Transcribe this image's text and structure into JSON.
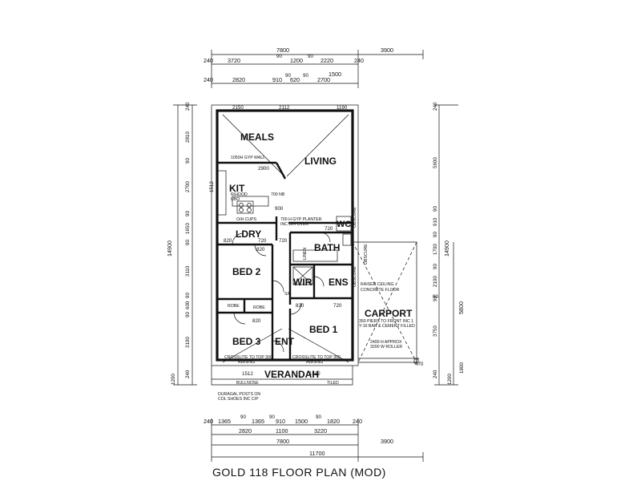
{
  "title": "GOLD 118 FLOOR PLAN (MOD)",
  "rooms": {
    "meals": "MEALS",
    "living": "LIVING",
    "kit": "KIT",
    "ldry": "LDRY",
    "bath": "BATH",
    "bed2": "BED 2",
    "wir": "WIR",
    "ens": "ENS",
    "carport": "CARPORT",
    "bed3": "BED 3",
    "ent": "ENT",
    "bed1": "BED 1",
    "verandah": "VERANDAH",
    "robe_a": "ROBE",
    "robe_b": "ROBE",
    "wc": "WC"
  },
  "notes": {
    "gyp_wall": "1050H GYP WALL",
    "rhood": "R/HOOD",
    "ubo": "UBO",
    "nb700": "700 NB",
    "gh_cups": "O/H CUPS",
    "planter": "700 H GYP PLANTER",
    "planter2": "INC B/H OVER",
    "raised1": "RAISED CEILING",
    "raised2": "CONCRETE FLOOR",
    "piers1": "350 PIERS TO FRONT INC 1",
    "piers2": "Y-16 BAR & CEMENT FILLED",
    "roller1": "2400 H APPROX",
    "roller2": "3200 W ROLLER",
    "crosslite_l": "CROSSLITE TO TOP 300",
    "awning_l": "AWNING",
    "crosslite_r": "CROSSLITE TO TOP 300",
    "awning_r": "AWNING",
    "bullnose": "BULLNOSE",
    "tiled": "TILED",
    "duragal1": "DURAGAL POSTS ON",
    "duragal2": "COL SHOES INC C/P",
    "obscure1": "OBSCURE",
    "obscure2": "OBSCURE",
    "obscure3": "OBSCURE",
    "linen": "LINEN",
    "sb": "S/B"
  },
  "dims_top": {
    "overall": "7800",
    "carport": "3900",
    "row2": [
      "240",
      "3720",
      "90",
      "1200",
      "90",
      "2220",
      "240"
    ],
    "row2b": "1500",
    "row3": [
      "240",
      "2820",
      "910",
      "90",
      "620",
      "90",
      "2700"
    ]
  },
  "dims_bottom": {
    "row1": [
      "240",
      "1365",
      "90",
      "1365",
      "90",
      "910",
      "1500",
      "90",
      "1820",
      "240"
    ],
    "row2": [
      "2820",
      "1100",
      "3220"
    ],
    "overall": "7800",
    "total": "11700",
    "carport": "3900"
  },
  "dims_left": {
    "overall": "14900",
    "segments": [
      "240",
      "2810",
      "90",
      "2700",
      "90",
      "1650",
      "90",
      "3110",
      "90",
      "600",
      "90",
      "3100",
      "1200",
      "240"
    ]
  },
  "dims_right": {
    "overall": "14900",
    "segments": [
      "240",
      "5600",
      "90",
      "910",
      "90",
      "1700",
      "90",
      "2100",
      "90",
      "3750",
      "240",
      "1200"
    ],
    "carport": "5800",
    "p1800": "1800",
    "p90": "90"
  },
  "inner_dims": {
    "t2150": "2150",
    "t2112": "2112",
    "t1190": "1190",
    "s2900": "2900",
    "d820a": "820",
    "d720a": "720",
    "d720b": "720",
    "d720c": "720",
    "d820b": "820",
    "d820c": "820",
    "d820d": "820",
    "d720d": "720",
    "b1512a": "1512",
    "b1512b": "1512",
    "r470": "470",
    "r900": "900",
    "r1512": "1512"
  }
}
